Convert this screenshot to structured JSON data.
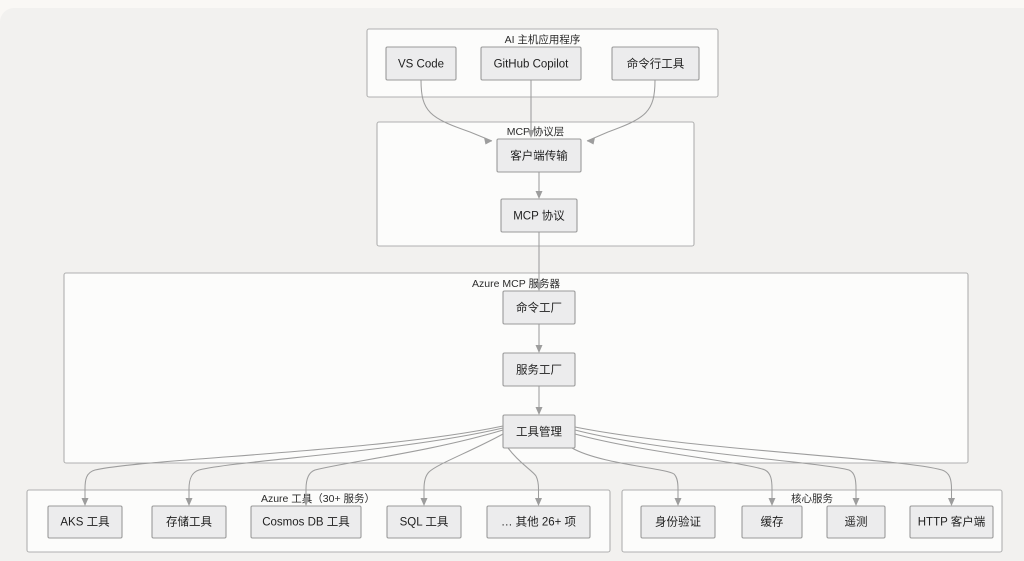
{
  "diagram": {
    "type": "architecture-flowchart",
    "background_color": "#faf8f5",
    "panel_color": "#f2f1ef",
    "node_fill": "#ececed",
    "node_stroke": "#9a9a9a",
    "cluster_fill": "#fcfcfb",
    "cluster_stroke": "#b0b0b0",
    "edge_color": "#9d9d9d",
    "clusters": [
      {
        "id": "host",
        "label": "AI 主机应用程序",
        "nodes": [
          {
            "id": "vscode",
            "label": "VS Code"
          },
          {
            "id": "copilot",
            "label": "GitHub Copilot"
          },
          {
            "id": "cli",
            "label": "命令行工具"
          }
        ]
      },
      {
        "id": "mcp_layer",
        "label": "MCP 协议层",
        "nodes": [
          {
            "id": "client_transport",
            "label": "客户端传输"
          },
          {
            "id": "mcp_protocol",
            "label": "MCP 协议"
          }
        ]
      },
      {
        "id": "azure_mcp_server",
        "label": "Azure MCP 服务器",
        "nodes": [
          {
            "id": "command_factory",
            "label": "命令工厂"
          },
          {
            "id": "service_factory",
            "label": "服务工厂"
          },
          {
            "id": "tool_manager",
            "label": "工具管理"
          }
        ]
      },
      {
        "id": "azure_tools",
        "label": "Azure 工具（30+ 服务）",
        "nodes": [
          {
            "id": "aks",
            "label": "AKS 工具"
          },
          {
            "id": "storage",
            "label": "存储工具"
          },
          {
            "id": "cosmos",
            "label": "Cosmos DB 工具"
          },
          {
            "id": "sql",
            "label": "SQL 工具"
          },
          {
            "id": "others",
            "label": "… 其他 26+ 项"
          }
        ]
      },
      {
        "id": "core_services",
        "label": "核心服务",
        "nodes": [
          {
            "id": "auth",
            "label": "身份验证"
          },
          {
            "id": "cache",
            "label": "缓存"
          },
          {
            "id": "telemetry",
            "label": "遥测"
          },
          {
            "id": "http_client",
            "label": "HTTP 客户端"
          }
        ]
      }
    ],
    "edges": [
      {
        "from": "vscode",
        "to": "client_transport"
      },
      {
        "from": "copilot",
        "to": "client_transport"
      },
      {
        "from": "cli",
        "to": "client_transport"
      },
      {
        "from": "client_transport",
        "to": "mcp_protocol"
      },
      {
        "from": "mcp_protocol",
        "to": "command_factory"
      },
      {
        "from": "command_factory",
        "to": "service_factory"
      },
      {
        "from": "service_factory",
        "to": "tool_manager"
      },
      {
        "from": "tool_manager",
        "to": "aks"
      },
      {
        "from": "tool_manager",
        "to": "storage"
      },
      {
        "from": "tool_manager",
        "to": "cosmos"
      },
      {
        "from": "tool_manager",
        "to": "sql"
      },
      {
        "from": "tool_manager",
        "to": "others"
      },
      {
        "from": "tool_manager",
        "to": "auth"
      },
      {
        "from": "tool_manager",
        "to": "cache"
      },
      {
        "from": "tool_manager",
        "to": "telemetry"
      },
      {
        "from": "tool_manager",
        "to": "http_client"
      }
    ]
  }
}
